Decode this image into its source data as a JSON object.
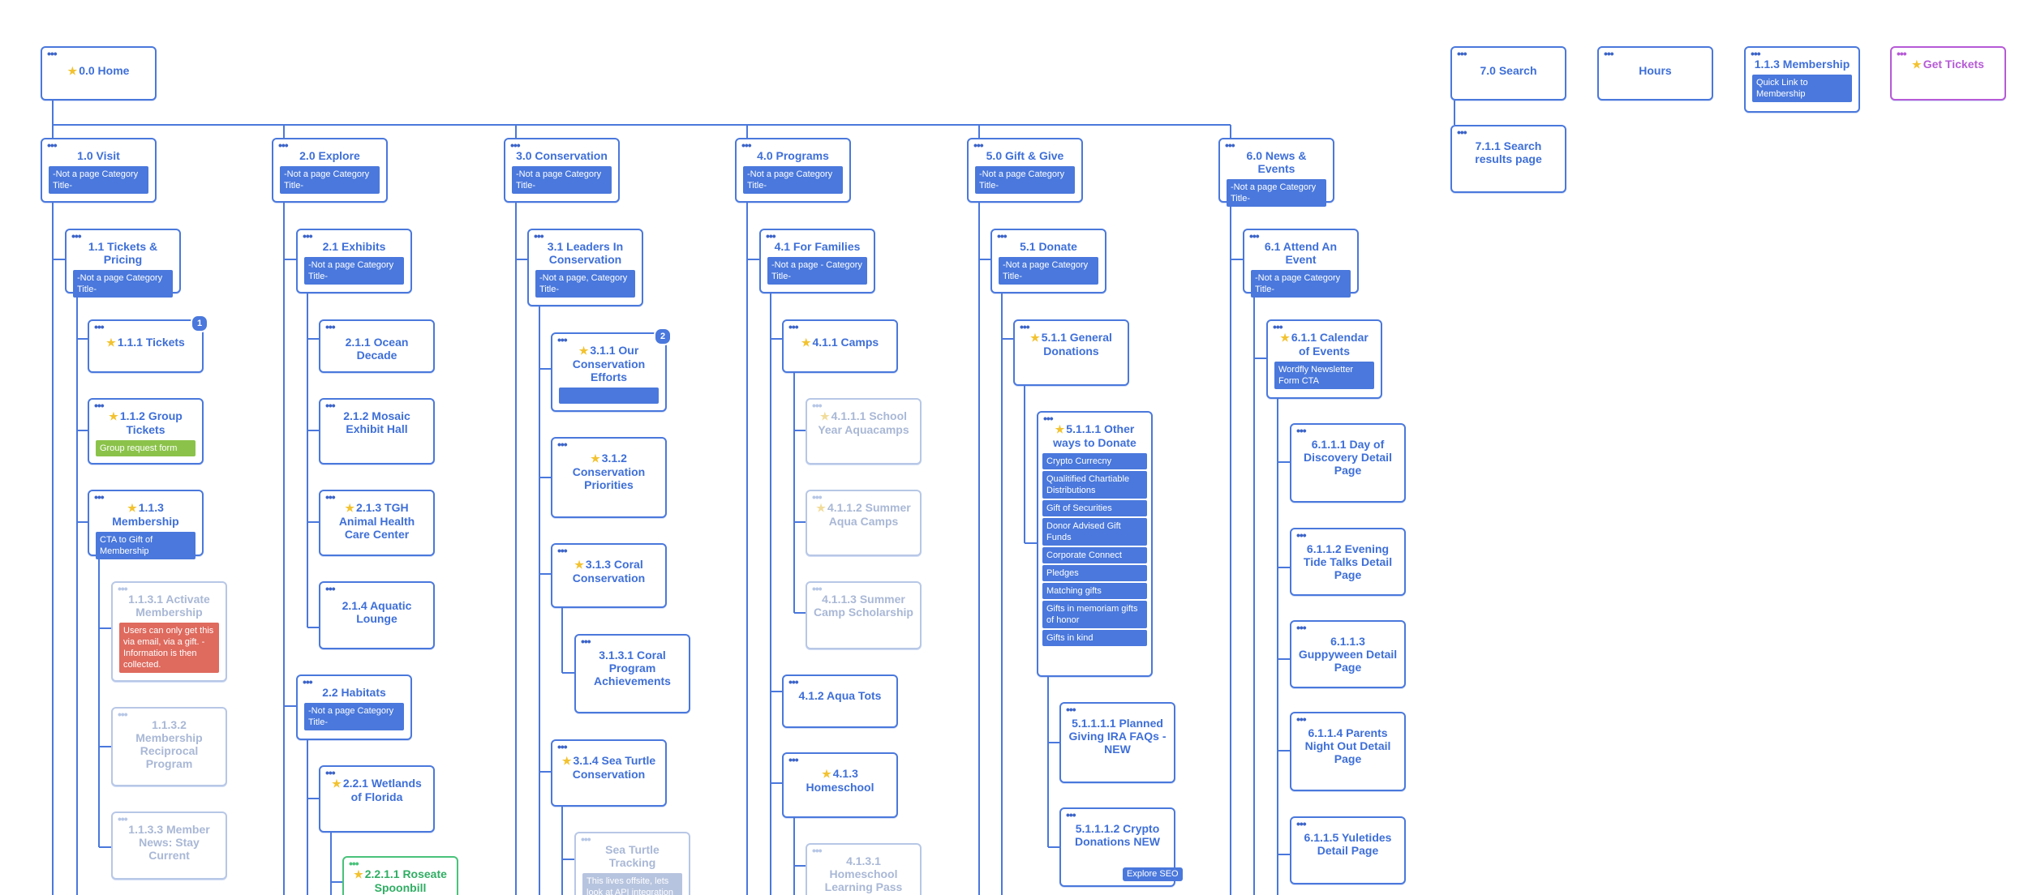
{
  "colors": {
    "line": "#4a78dc",
    "primary": "#3e6fd8",
    "faded": "#a9b8d6",
    "star": "#f2c230",
    "green": "#49c27a",
    "purple": "#b65ad6",
    "red": "#df6a5e"
  },
  "cards": {
    "home": {
      "title": "0.0 Home"
    },
    "search": {
      "title": "7.0 Search"
    },
    "search_results": {
      "title": "7.1.1 Search results page"
    },
    "hours": {
      "title": "Hours"
    },
    "membership_top": {
      "title": "1.1.3 Membership",
      "note": "Quick Link to Membership"
    },
    "get_tickets": {
      "title": "Get Tickets"
    },
    "visit": {
      "title": "1.0 Visit",
      "note": "-Not a page Category Title-"
    },
    "tickets_pricing": {
      "title": "1.1 Tickets & Pricing",
      "note": "-Not a page Category Title-"
    },
    "tickets": {
      "title": "1.1.1 Tickets",
      "badge": "1"
    },
    "group_tickets": {
      "title": "1.1.2 Group Tickets",
      "note": "Group request form"
    },
    "membership": {
      "title": "1.1.3 Membership",
      "note": "CTA to Gift of Membership"
    },
    "activate_membership": {
      "title": "1.1.3.1 Activate Membership",
      "note": "Users can only get this via email, via a gift. - Information is then collected."
    },
    "membership_reciprocal": {
      "title": "1.1.3.2 Membership Reciprocal Program"
    },
    "member_news": {
      "title": "1.1.3.3 Member News: Stay Current"
    },
    "explore": {
      "title": "2.0 Explore",
      "note": "-Not a page Category Title-"
    },
    "exhibits": {
      "title": "2.1 Exhibits",
      "note": "-Not a page Category Title-"
    },
    "ocean_decade": {
      "title": "2.1.1 Ocean Decade"
    },
    "mosaic": {
      "title": "2.1.2 Mosaic Exhibit Hall"
    },
    "tgh": {
      "title": "2.1.3 TGH Animal Health Care Center"
    },
    "aquatic_lounge": {
      "title": "2.1.4 Aquatic Lounge"
    },
    "habitats": {
      "title": "2.2 Habitats",
      "note": "-Not a page Category Title-"
    },
    "wetlands": {
      "title": "2.2.1 Wetlands of Florida"
    },
    "roseate": {
      "title": "2.2.1.1 Roseate Spoonbill"
    },
    "conservation": {
      "title": "3.0 Conservation",
      "note": "-Not a page Category Title-"
    },
    "leaders": {
      "title": "3.1 Leaders In Conservation",
      "note": "-Not a page, Category Title-"
    },
    "our_efforts": {
      "title": "3.1.1 Our Conservation Efforts",
      "badge": "2"
    },
    "priorities": {
      "title": "3.1.2 Conservation Priorities"
    },
    "coral": {
      "title": "3.1.3 Coral Conservation"
    },
    "coral_achievements": {
      "title": "3.1.3.1 Coral Program Achievements"
    },
    "sea_turtle": {
      "title": "3.1.4 Sea Turtle Conservation"
    },
    "sea_turtle_tracking": {
      "title": "Sea Turtle Tracking",
      "note": "This lives offsite, lets look at API integration"
    },
    "programs": {
      "title": "4.0 Programs",
      "note": "-Not a page Category Title-"
    },
    "families": {
      "title": "4.1 For Families",
      "note": "-Not a page - Category Title-"
    },
    "camps": {
      "title": "4.1.1 Camps"
    },
    "school_year": {
      "title": "4.1.1.1 School Year Aquacamps"
    },
    "summer_aqua": {
      "title": "4.1.1.2 Summer Aqua Camps"
    },
    "summer_scholarship": {
      "title": "4.1.1.3 Summer Camp Scholarship"
    },
    "aqua_tots": {
      "title": "4.1.2 Aqua Tots"
    },
    "homeschool": {
      "title": "4.1.3 Homeschool"
    },
    "homeschool_pass": {
      "title": "4.1.3.1 Homeschool Learning Pass"
    },
    "gift_give": {
      "title": "5.0 Gift & Give",
      "note": "-Not a page Category Title-"
    },
    "donate": {
      "title": "5.1 Donate",
      "note": "-Not a page Category Title-"
    },
    "general_donations": {
      "title": "5.1.1 General Donations"
    },
    "other_ways": {
      "title": "5.1.1.1 Other ways to Donate",
      "items": [
        "Crypto Currecny",
        "Qualitified Chartiable Distributions",
        "Gift of Securities",
        "Donor Advised Gift Funds",
        "Corporate Connect",
        "Pledges",
        "Matching gifts",
        "Gifts in memoriam gifts of honor",
        "Gifts in kind"
      ]
    },
    "planned_giving": {
      "title": "5.1.1.1.1 Planned Giving IRA FAQs - NEW"
    },
    "crypto_donations": {
      "title": "5.1.1.1.2 Crypto Donations NEW",
      "tag": "Explore SEO"
    },
    "news_events": {
      "title": "6.0 News & Events",
      "note": "-Not a page Category Title-"
    },
    "attend_event": {
      "title": "6.1 Attend An Event",
      "note": "-Not a page Category Title-"
    },
    "calendar": {
      "title": "6.1.1 Calendar of Events",
      "note": "Wordfly Newsletter Form CTA"
    },
    "discovery_day": {
      "title": "6.1.1.1 Day of Discovery Detail Page"
    },
    "evening_tide": {
      "title": "6.1.1.2 Evening Tide Talks Detail Page"
    },
    "guppyween": {
      "title": "6.1.1.3 Guppyween Detail Page"
    },
    "parents_night": {
      "title": "6.1.1.4 Parents Night Out Detail Page"
    },
    "yuletides": {
      "title": "6.1.1.5 Yuletides Detail Page"
    }
  }
}
